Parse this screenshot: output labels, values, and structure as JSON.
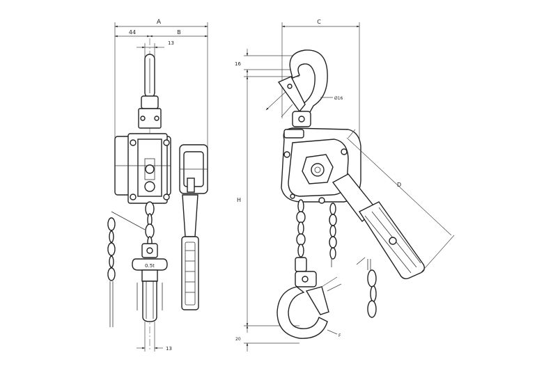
{
  "drawing": {
    "front_view": {
      "dim_overall_label": "A",
      "dim_left_label": "44",
      "dim_right_label": "B",
      "dim_top_hook_label": "13",
      "dim_bottom_hook_label": "13",
      "capacity_plate_label": "0.5t"
    },
    "side_view": {
      "dim_top_width_label": "C",
      "dim_hook_top_label": "16",
      "dim_hook_dia_label": "Ø16",
      "dim_height_label": "H",
      "dim_lever_label": "D",
      "dim_hook_opening_label": "F",
      "dim_bottom_label": "20"
    }
  }
}
